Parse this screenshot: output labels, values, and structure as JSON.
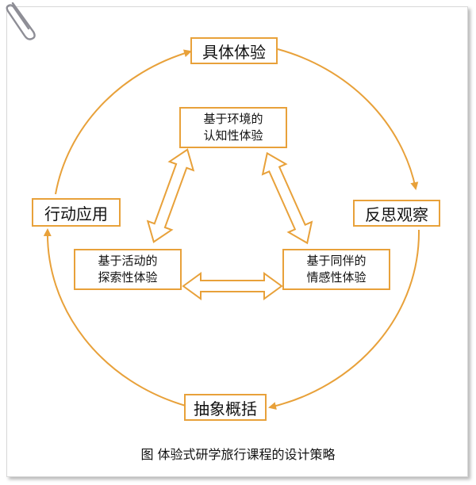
{
  "colors": {
    "accent": "#e8a13a",
    "text": "#111111",
    "frame": "#d8d8d8"
  },
  "cycle": {
    "top": "具体体验",
    "right": "反思观察",
    "bottom": "抽象概括",
    "left": "行动应用"
  },
  "triangle": {
    "top": {
      "line1": "基于环境的",
      "line2": "认知性体验"
    },
    "left": {
      "line1": "基于活动的",
      "line2": "探索性体验"
    },
    "right": {
      "line1": "基于同伴的",
      "line2": "情感性体验"
    }
  },
  "caption": "图  体验式研学旅行课程的设计策略",
  "icons": {
    "clip": "paperclip-icon"
  }
}
